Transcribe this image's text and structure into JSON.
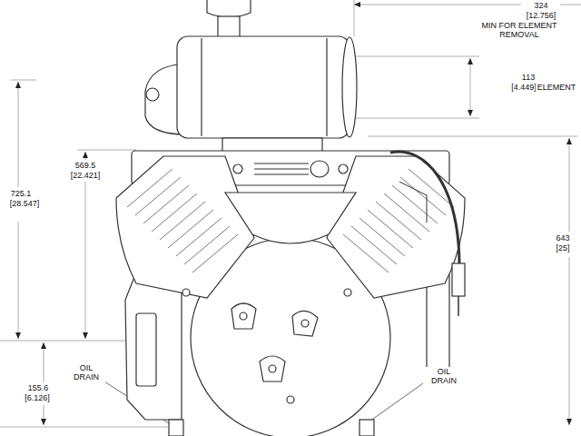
{
  "diagram": {
    "labels": [
      "324",
      "[12.756]",
      "MIN FOR ELEMENT REMOVAL",
      "113",
      "[4.449]",
      "ELEMENT",
      "569.5",
      "[22.421]",
      "725.1",
      "[28.547]",
      "643",
      "[25]",
      "OIL DRAIN",
      "OIL DRAIN",
      "155.6",
      "[6.126]"
    ]
  }
}
